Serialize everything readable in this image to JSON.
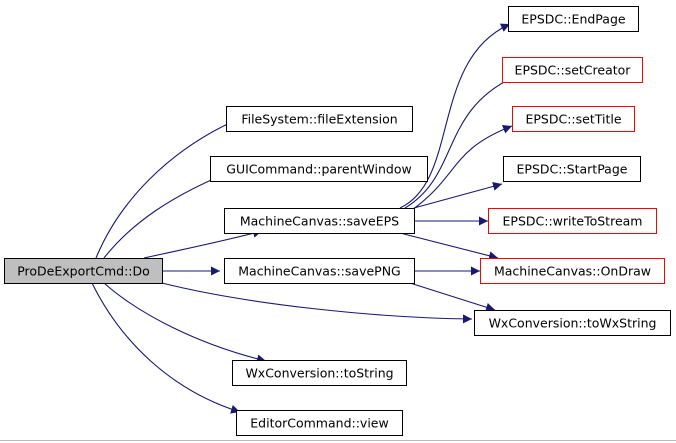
{
  "nodes": [
    {
      "id": "root",
      "label": "ProDeExportCmd::Do",
      "style": "root"
    },
    {
      "id": "fileext",
      "label": "FileSystem::fileExtension",
      "style": "normal"
    },
    {
      "id": "parentwin",
      "label": "GUICommand::parentWindow",
      "style": "normal"
    },
    {
      "id": "saveeps",
      "label": "MachineCanvas::saveEPS",
      "style": "normal"
    },
    {
      "id": "savepng",
      "label": "MachineCanvas::savePNG",
      "style": "normal"
    },
    {
      "id": "tostring",
      "label": "WxConversion::toString",
      "style": "normal"
    },
    {
      "id": "view",
      "label": "EditorCommand::view",
      "style": "normal"
    },
    {
      "id": "endpage",
      "label": "EPSDC::EndPage",
      "style": "normal"
    },
    {
      "id": "setcreator",
      "label": "EPSDC::setCreator",
      "style": "truncated"
    },
    {
      "id": "settitle",
      "label": "EPSDC::setTitle",
      "style": "truncated"
    },
    {
      "id": "startpage",
      "label": "EPSDC::StartPage",
      "style": "normal"
    },
    {
      "id": "writetostream",
      "label": "EPSDC::writeToStream",
      "style": "truncated"
    },
    {
      "id": "ondraw",
      "label": "MachineCanvas::OnDraw",
      "style": "truncated"
    },
    {
      "id": "towxstring",
      "label": "WxConversion::toWxString",
      "style": "normal"
    }
  ],
  "edges": [
    {
      "from": "root",
      "to": "fileext"
    },
    {
      "from": "root",
      "to": "parentwin"
    },
    {
      "from": "root",
      "to": "saveeps"
    },
    {
      "from": "root",
      "to": "savepng"
    },
    {
      "from": "root",
      "to": "towxstring"
    },
    {
      "from": "root",
      "to": "tostring"
    },
    {
      "from": "root",
      "to": "view"
    },
    {
      "from": "saveeps",
      "to": "endpage"
    },
    {
      "from": "saveeps",
      "to": "setcreator"
    },
    {
      "from": "saveeps",
      "to": "settitle"
    },
    {
      "from": "saveeps",
      "to": "startpage"
    },
    {
      "from": "saveeps",
      "to": "writetostream"
    },
    {
      "from": "saveeps",
      "to": "ondraw"
    },
    {
      "from": "savepng",
      "to": "ondraw"
    },
    {
      "from": "savepng",
      "to": "towxstring"
    }
  ],
  "colors": {
    "edge": "#191970",
    "node_border": "#000000",
    "truncated_border": "#ff0000",
    "root_fill": "#bfbfbf",
    "node_fill": "#ffffff"
  }
}
